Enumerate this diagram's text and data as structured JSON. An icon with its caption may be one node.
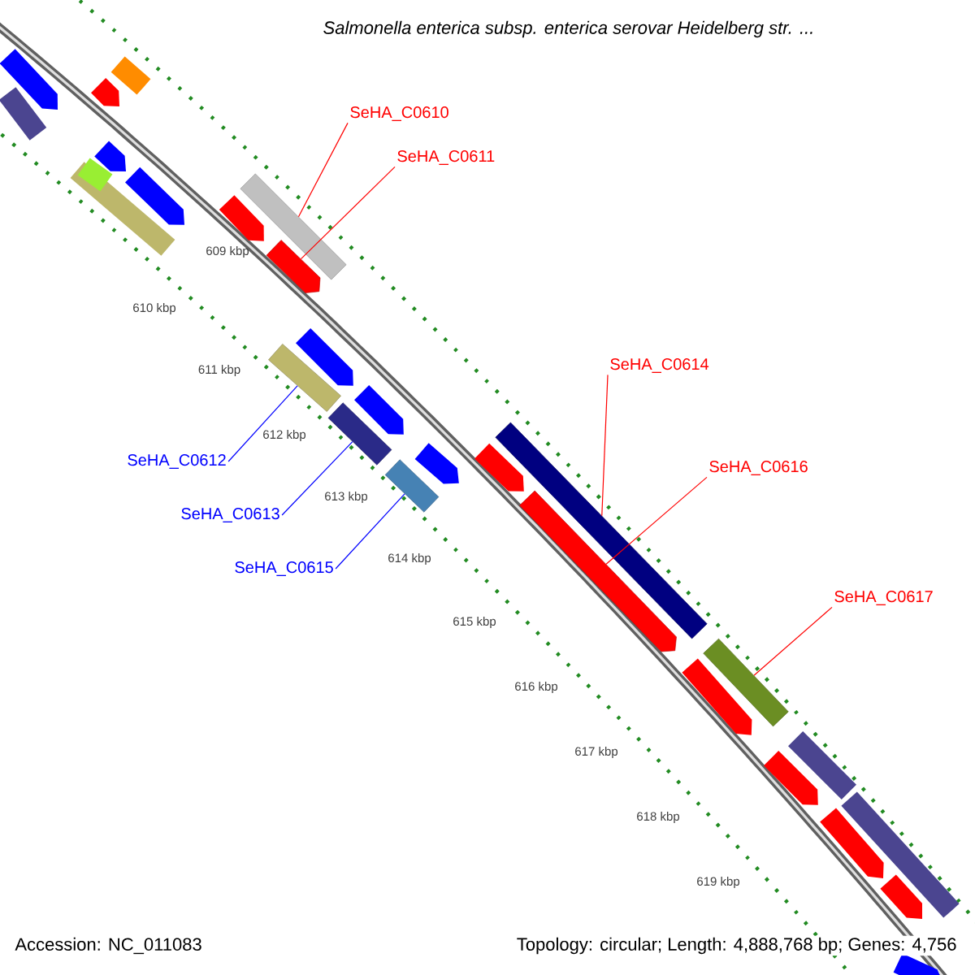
{
  "diagram": {
    "title": "Salmonella enterica subsp. enterica serovar Heidelberg str. ...",
    "nodes": [
      {
        "text": [
          "SeHA_C0610"
        ]
      },
      {
        "text": [
          "SeHA_C0611"
        ]
      },
      {
        "text": [
          "SeHA_C0612"
        ]
      },
      {
        "text": [
          "SeHA_C0613"
        ]
      },
      {
        "text": [
          "SeHA_C0614"
        ]
      },
      {
        "text": [
          "SeHA_C0615"
        ]
      },
      {
        "text": [
          "SeHA_C0616"
        ]
      },
      {
        "text": [
          "SeHA_C0617"
        ]
      },
      {
        "text": [],
        "shape": "bar"
      },
      {
        "text": [],
        "shape": "arrow"
      },
      {
        "text": [],
        "shape": "bar"
      },
      {
        "text": [],
        "shape": "bar"
      },
      {
        "text": [],
        "shape": "bar"
      },
      {
        "text": [],
        "shape": "bar"
      },
      {
        "text": [],
        "shape": "arrow"
      },
      {
        "text": [],
        "shape": "bar"
      }
    ],
    "edges": [
      {
        "from": 0,
        "to": 8,
        "arrow": "none"
      },
      {
        "from": 1,
        "to": 9,
        "arrow": "none"
      },
      {
        "from": 2,
        "to": 10,
        "arrow": "none",
        "color": "#0000ff"
      },
      {
        "from": 3,
        "to": 11,
        "arrow": "none",
        "color": "#0000ff"
      },
      {
        "from": 4,
        "to": 12,
        "arrow": "none"
      },
      {
        "from": 5,
        "to": 13,
        "arrow": "none",
        "color": "#0000ff"
      },
      {
        "from": 6,
        "to": 14,
        "arrow": "none"
      },
      {
        "from": 7,
        "to": 15,
        "arrow": "none"
      }
    ],
    "labels": [
      "609 kbp",
      "610 kbp",
      "611 kbp",
      "612 kbp",
      "613 kbp",
      "614 kbp",
      "615 kbp",
      "616 kbp",
      "617 kbp",
      "618 kbp",
      "619 kbp",
      "Accession: NC_011083",
      "Topology: circular; Length: 4,888,768 bp; Genes: 4,756"
    ]
  }
}
